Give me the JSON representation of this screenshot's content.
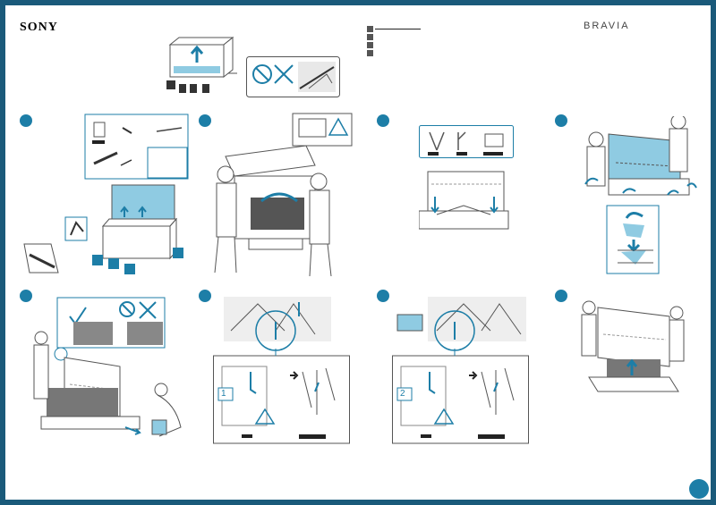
{
  "header": {
    "logo": "SONY",
    "brand": "BRAVIA"
  },
  "steps": [
    {
      "id": 1
    },
    {
      "id": 2
    },
    {
      "id": 3
    },
    {
      "id": 4
    },
    {
      "id": 5
    },
    {
      "id": 6
    },
    {
      "id": 7
    },
    {
      "id": 8
    }
  ],
  "labels": {
    "step6_callout": "1",
    "step7_callout": "2",
    "arrow_symbol": "➜"
  },
  "colors": {
    "accent": "#1d7ea7",
    "light_accent": "#8fcbe2",
    "frame": "#1a5a7a",
    "line": "#555555"
  },
  "icons": [
    "arrow-up-icon",
    "prohibited-icon",
    "check-icon",
    "warning-icon",
    "people-lifting-icon",
    "tv-panel-icon"
  ]
}
